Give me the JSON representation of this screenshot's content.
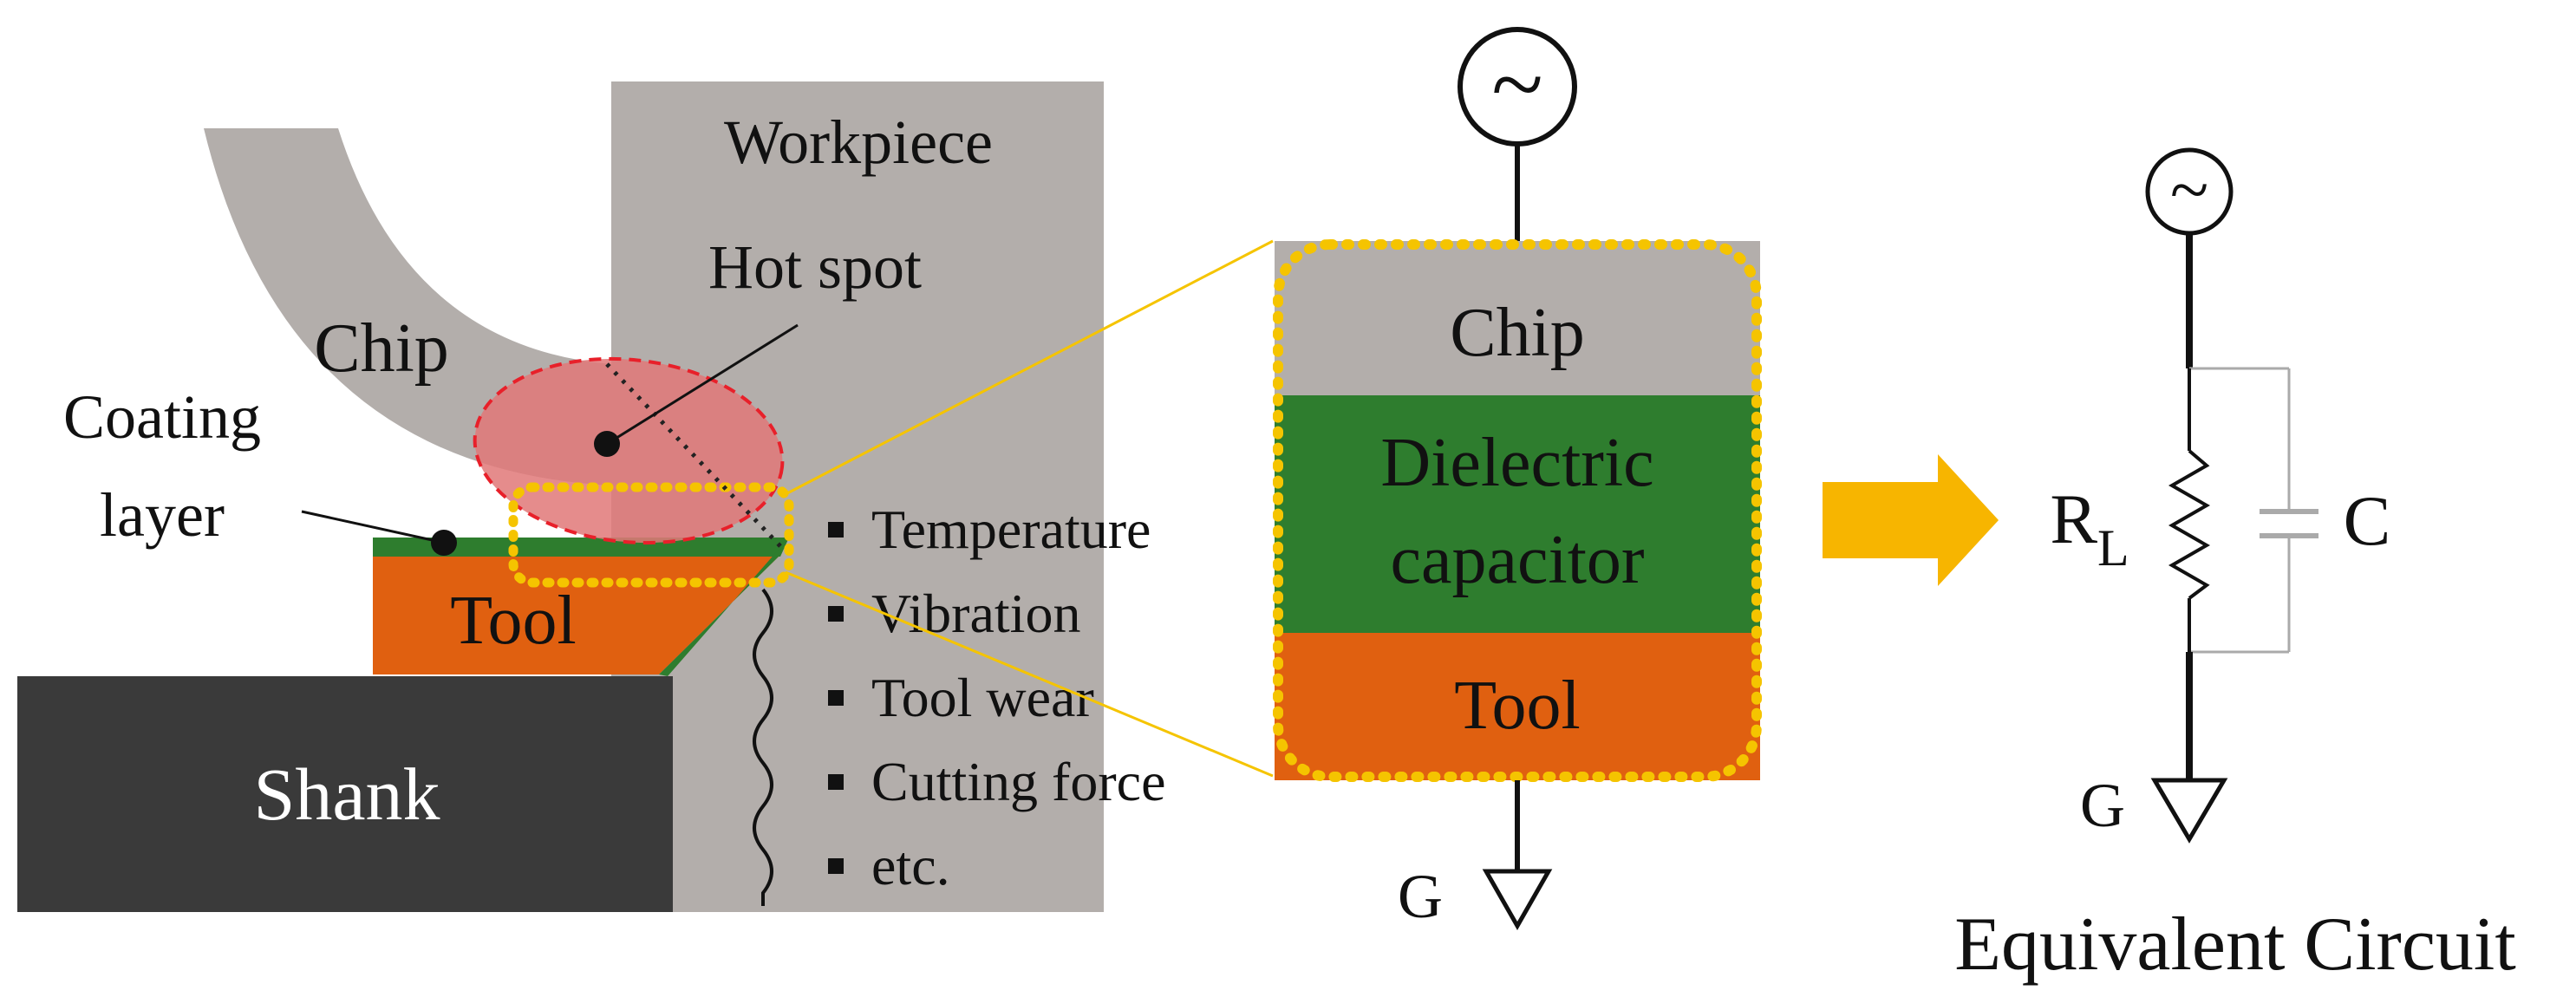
{
  "labels": {
    "workpiece": "Workpiece",
    "hot_spot": "Hot spot",
    "chip": "Chip",
    "coating_layer_line1": "Coating",
    "coating_layer_line2": "layer",
    "tool": "Tool",
    "shank": "Shank"
  },
  "measured_effects": [
    "Temperature",
    "Vibration",
    "Tool wear",
    "Cutting force",
    "etc."
  ],
  "zoom_stack": {
    "source_symbol": "~",
    "top_layer": "Chip",
    "middle_layer_line1": "Dielectric",
    "middle_layer_line2": "capacitor",
    "bottom_layer": "Tool",
    "ground": "G"
  },
  "equivalent_circuit": {
    "source_symbol": "~",
    "resistor_main": "R",
    "resistor_sub": "L",
    "capacitor": "C",
    "ground": "G",
    "caption": "Equivalent Circuit"
  },
  "colors": {
    "grey": "#b3aeab",
    "tool_orange": "#e06010",
    "dielectric_green": "#2e7d2e",
    "shank_dark": "#3a3a3a",
    "hot_spot_fill": "#e07878",
    "hot_spot_edge": "#e8202a",
    "highlight_yellow": "#f5c400",
    "arrow_yellow": "#f7b500"
  }
}
